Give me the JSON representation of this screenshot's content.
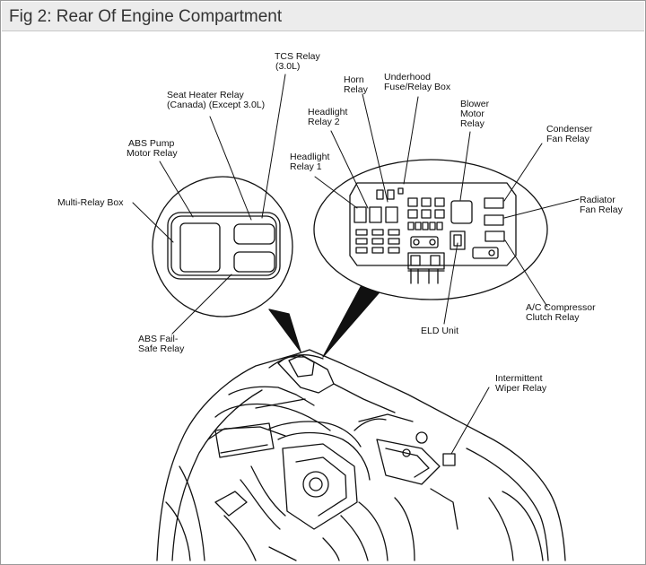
{
  "figure": {
    "title": "Fig 2: Rear Of Engine Compartment"
  },
  "labels": {
    "tcs_relay": [
      "TCS Relay",
      "(3.0L)"
    ],
    "seat_heater_relay": [
      "Seat Heater Relay",
      "(Canada) (Except 3.0L)"
    ],
    "abs_pump_motor_relay": [
      "ABS Pump",
      "Motor Relay"
    ],
    "multi_relay_box": [
      "Multi-Relay Box"
    ],
    "abs_fail_safe_relay": [
      "ABS Fail-",
      "Safe Relay"
    ],
    "horn_relay": [
      "Horn",
      "Relay"
    ],
    "underhood_fuse_relay_box": [
      "Underhood",
      "Fuse/Relay Box"
    ],
    "headlight_relay_2": [
      "Headlight",
      "Relay 2"
    ],
    "headlight_relay_1": [
      "Headlight",
      "Relay 1"
    ],
    "blower_motor_relay": [
      "Blower",
      "Motor",
      "Relay"
    ],
    "condenser_fan_relay": [
      "Condenser",
      "Fan Relay"
    ],
    "radiator_fan_relay": [
      "Radiator",
      "Fan Relay"
    ],
    "ac_compressor_clutch_relay": [
      "A/C Compressor",
      "Clutch Relay"
    ],
    "eld_unit": [
      "ELD Unit"
    ],
    "intermittent_wiper_relay": [
      "Intermittent",
      "Wiper Relay"
    ]
  }
}
